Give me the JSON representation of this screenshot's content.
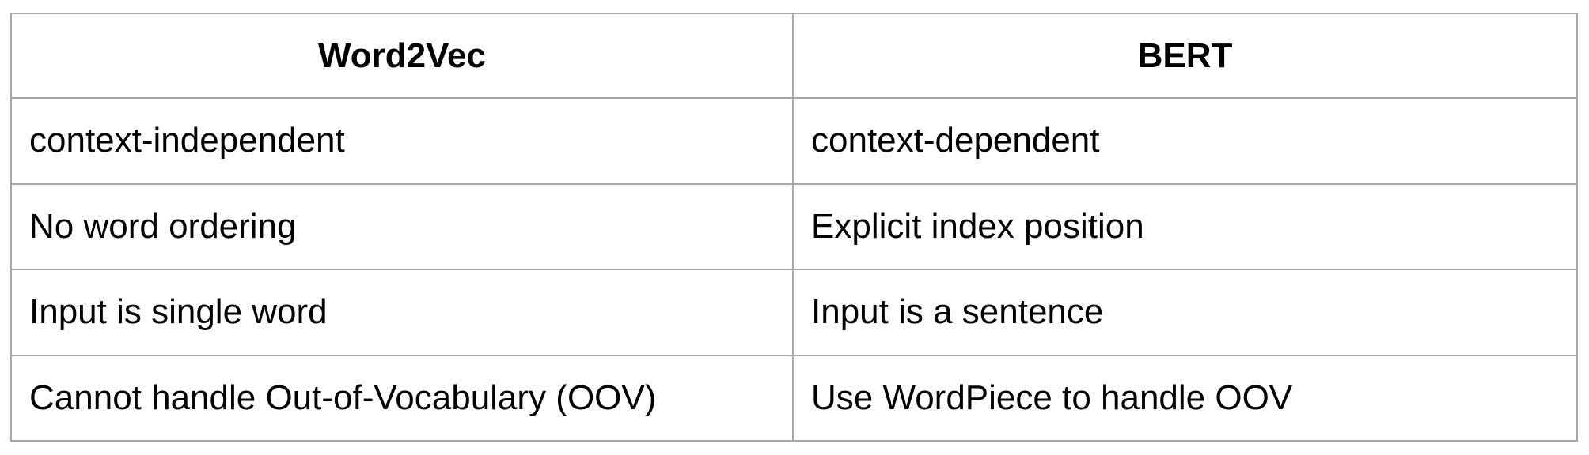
{
  "table": {
    "headers": [
      "Word2Vec",
      "BERT"
    ],
    "rows": [
      [
        "context-independent",
        "context-dependent"
      ],
      [
        "No word ordering",
        "Explicit index position"
      ],
      [
        "Input is single word",
        "Input is a sentence"
      ],
      [
        "Cannot handle Out-of-Vocabulary (OOV)",
        "Use WordPiece to handle OOV"
      ]
    ],
    "border_color": "#a6a6a6",
    "text_color": "#000000",
    "background_color": "#ffffff"
  }
}
